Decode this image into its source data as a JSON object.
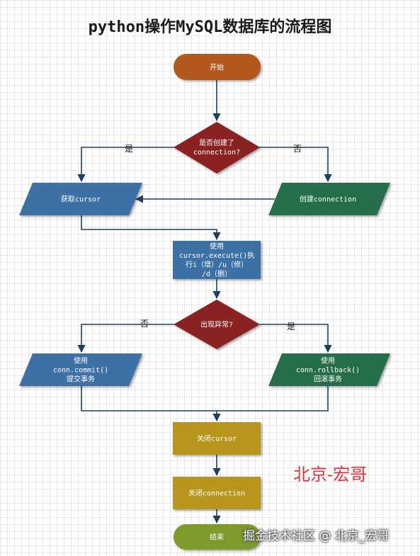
{
  "title": "python操作MySQL数据库的流程图",
  "nodes": {
    "start": {
      "lines": [
        "开始"
      ],
      "color": "#b3581b"
    },
    "decision1": {
      "lines": [
        "是否创建了",
        "connection?"
      ],
      "color": "#8a2424"
    },
    "get_cursor": {
      "lines": [
        "获取cursor"
      ],
      "color": "#3c6fa5"
    },
    "create_conn": {
      "lines": [
        "创建connection"
      ],
      "color": "#256e49"
    },
    "execute": {
      "lines": [
        "使用",
        "cursor.execute()执",
        "行i（增）/u（修）",
        "/d（删）"
      ],
      "color": "#3c6fa5"
    },
    "decision2": {
      "lines": [
        "出现异常?"
      ],
      "color": "#8a2424"
    },
    "commit": {
      "lines": [
        "使用",
        "conn.commit()",
        "提交事务"
      ],
      "color": "#3c6fa5"
    },
    "rollback": {
      "lines": [
        "使用",
        "conn.rollback()",
        "回滚事务"
      ],
      "color": "#256e49"
    },
    "close_cursor": {
      "lines": [
        "关闭cursor"
      ],
      "color": "#b8951e"
    },
    "close_conn": {
      "lines": [
        "关闭connection"
      ],
      "color": "#b8951e"
    },
    "end": {
      "lines": [
        "结束"
      ],
      "color": "#7d9a2a"
    }
  },
  "edge_labels": {
    "d1_yes": "是",
    "d1_no": "否",
    "d2_no": "否",
    "d2_yes": "是"
  },
  "watermarks": {
    "author": "北京-宏哥",
    "site": "掘金技术社区 @ 北京_宏哥"
  },
  "colors": {
    "edge": "#1f3f5f"
  }
}
